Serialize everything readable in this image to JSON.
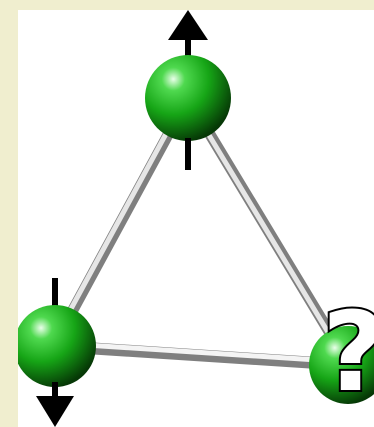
{
  "diagram": {
    "atoms": [
      {
        "name": "top",
        "spin": "up"
      },
      {
        "name": "bottom-left",
        "spin": "down"
      },
      {
        "name": "bottom-right",
        "spin": "unknown"
      }
    ],
    "bonds": [
      {
        "from": "top",
        "to": "bottom-left"
      },
      {
        "from": "top",
        "to": "bottom-right"
      },
      {
        "from": "bottom-left",
        "to": "bottom-right"
      }
    ],
    "unknown_spin_label": "?",
    "colors": {
      "background": "#f0eecf",
      "panel": "#ffffff",
      "atom": "#16a516",
      "bond": "#d9d9d9",
      "arrow": "#000000"
    }
  }
}
